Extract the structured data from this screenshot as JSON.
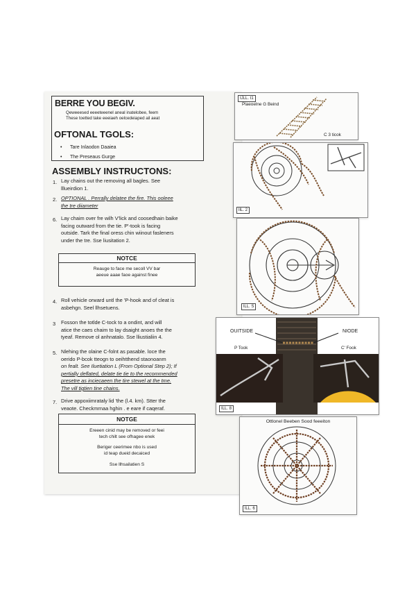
{
  "before": {
    "title": "BERRE YOU BEGIV.",
    "lines": [
      "Qeweeesed eeeeteeenel aneal inatelobee, feem",
      "These toetted take eeeiaeh oelcedeiaped ail aeat"
    ]
  },
  "tools": {
    "title": "OFTONAL TGOLS:",
    "items": [
      "Tare Inlaodon Daaiea",
      "The Preseaus Gurge"
    ]
  },
  "assembly": {
    "title": "ASSEMBLY INSTRUCTONS:"
  },
  "steps": [
    {
      "num": "1.",
      "lines": [
        "Lay chains out the removing all bagles. See",
        "lllueirdion 1."
      ]
    },
    {
      "num": "2.",
      "lines": [
        "OPTIONAL . Perrally delatee the fire. This ooleee",
        "the tre diiameter"
      ]
    },
    {
      "num": "6.",
      "lines": [
        "Lay chaim over fre wilh V'lick and coosedhain baike",
        "facing outward from the tie. P'-took is facing",
        "outside. Tark the final oress chin wiinout fasleners",
        "under the tre. Sse liusitation 2."
      ]
    },
    {
      "num": "4.",
      "lines": [
        "Roll vehicle orward untl the 'P-hook and of cleat is",
        "asbehgn. Seel llhsetuens."
      ]
    },
    {
      "num": "3",
      "lines": [
        "Fosson the totlde C-tock to a ondint, and will",
        "atice the caes chaim to lay dsaight anoes the the",
        "tyeaf. Remove ol anhnatalo. Sse lliustialiin 4."
      ]
    },
    {
      "num": "5.",
      "lines": [
        "Nlehing the olaine C-folnt as pasable. loce the",
        "oerido P-bcok tteogn to oeihtthend staonoanm",
        "on fealt. See Iluetiation L (From Optional Step 2); If",
        "pertially deflated, delate tie tie to the recommended",
        "presetre as inciecaeen the tire stewel at the tme.",
        "The vill tigtien tine chains."
      ]
    },
    {
      "num": "7.",
      "lines": [
        "Drive appoxiimrataly lid 'the (l.4. km). Stter the",
        "veaote. Checkmrnaa hghin . e eare if caqeraf."
      ]
    }
  ],
  "notice1": {
    "title": "NOTCE",
    "lines": [
      "Reauge to face me secoll VV bar",
      "aeeue aaae faoe against finee"
    ]
  },
  "notice2": {
    "title": "NOTGE",
    "lines": [
      "Ereeen cinid may be removed or feei",
      "tech chilt see ofhagee enek",
      "",
      "Beriger ceerimee nbo is used",
      "id teap dueid decaiced",
      "",
      "Sse llhsailatien S"
    ]
  },
  "ill1": {
    "tag": "IJLL. t1",
    "caption": "Plaeoelne G Beind",
    "label": "C 3 ticok"
  },
  "ill2": {
    "tag": "lIL. 2"
  },
  "ill3": {
    "tag": "lLL. S"
  },
  "ill4": {
    "outside": "OUITSIDE",
    "inside": "NIODE",
    "phook": "P Took",
    "chook": "C' Fook",
    "tag": "ILL. 8"
  },
  "ill5": {
    "caption": "Ottlonel Beeben Sood feeeiton",
    "tag": "lLL. 6"
  }
}
